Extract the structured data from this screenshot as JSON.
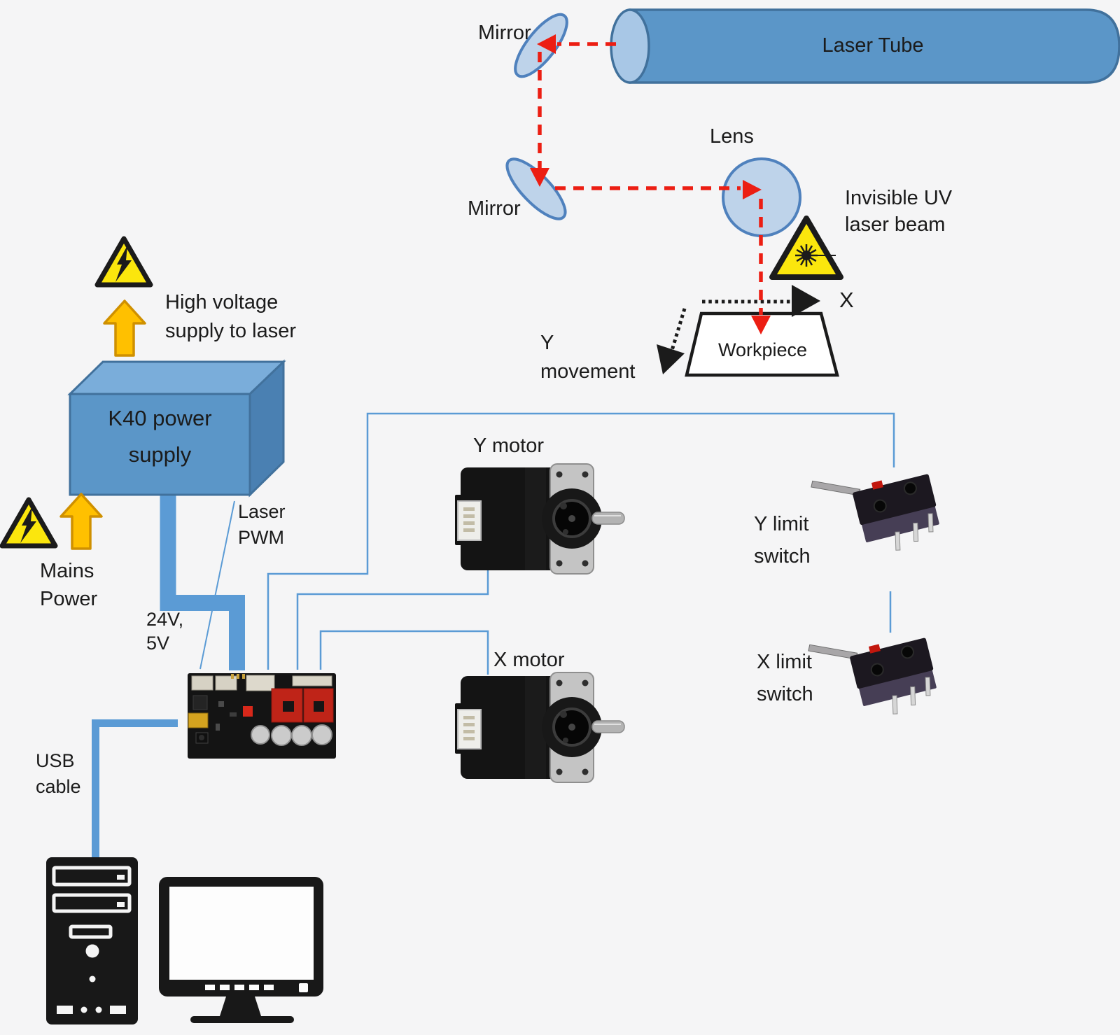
{
  "colors": {
    "background": "#f5f5f6",
    "shape_blue": "#5b96c8",
    "shape_blue_top": "#7aadda",
    "shape_blue_side": "#4a80b2",
    "shape_blue_border": "#41719c",
    "light_blue": "#bed3ea",
    "light_blue_cap": "#a8c7e6",
    "light_blue_border": "#4f81bd",
    "wire_blue": "#5b9bd5",
    "beam_red": "#ec1e13",
    "warning_yellow": "#fbe60d",
    "arrow_orange": "#ffc000",
    "arrow_orange_border": "#cf9000",
    "ink": "#1b1b1b",
    "white": "#ffffff"
  },
  "optical": {
    "laser_tube_label": "Laser Tube",
    "mirror_top_label": "Mirror",
    "mirror_bottom_label": "Mirror",
    "lens_label": "Lens",
    "beam_caption_line1": "Invisible UV",
    "beam_caption_line2": "laser beam",
    "workpiece_label": "Workpiece",
    "x_axis_label": "X",
    "y_axis_line1": "Y",
    "y_axis_line2": "movement"
  },
  "power": {
    "psu_line1": "K40 power",
    "psu_line2": "supply",
    "high_voltage_line1": "High voltage",
    "high_voltage_line2": "supply to laser",
    "mains_line1": "Mains",
    "mains_line2": "Power",
    "dc_out_line1": "24V,",
    "dc_out_line2": "5V",
    "laser_pwm_line1": "Laser",
    "laser_pwm_line2": "PWM"
  },
  "control": {
    "usb_line1": "USB",
    "usb_line2": "cable"
  },
  "motion": {
    "y_motor_label": "Y motor",
    "x_motor_label": "X motor",
    "y_limit_line1": "Y limit",
    "y_limit_line2": "switch",
    "x_limit_line1": "X limit",
    "x_limit_line2": "switch"
  },
  "icons": {
    "high_voltage_warning_icon": "yellow triangle with lightning bolt",
    "laser_hazard_icon": "yellow triangle with laser starburst",
    "up_arrow_icon": "orange block arrow pointing up",
    "computer_tower_icon": "desktop PC tower silhouette",
    "monitor_icon": "desktop monitor silhouette"
  }
}
